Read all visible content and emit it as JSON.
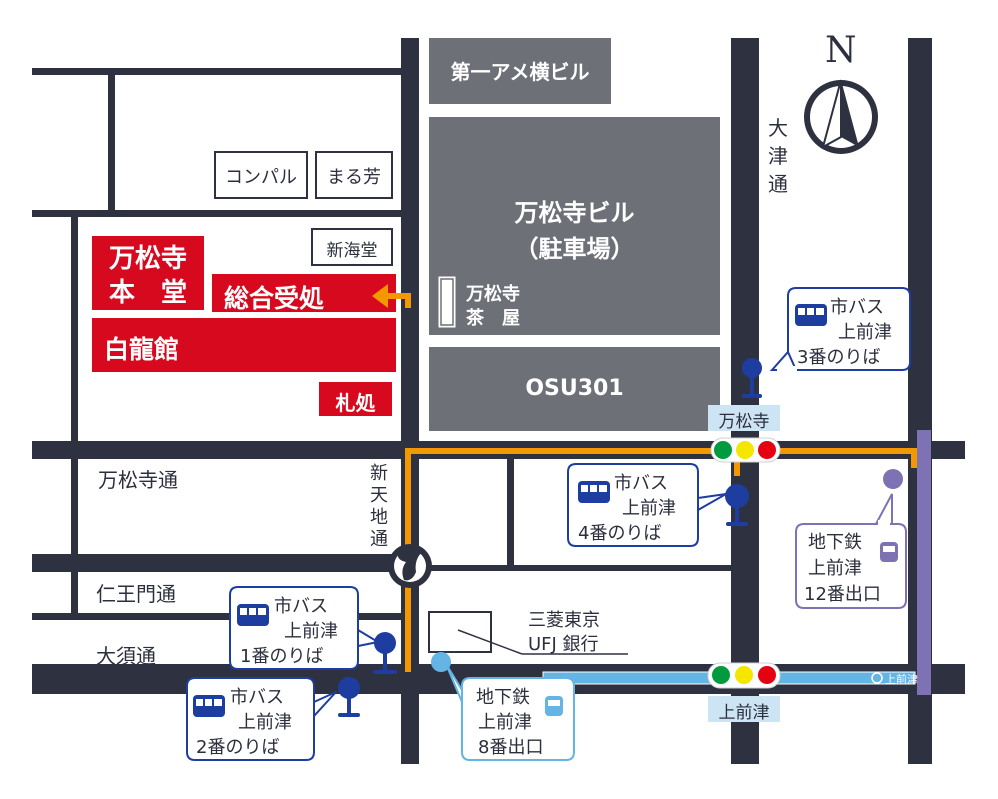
{
  "colors": {
    "road": "#2e3240",
    "block_gray": "#6e7078",
    "red": "#d7091e",
    "orange": "#f39800",
    "bus_blue": "#1d3ea0",
    "subway_light": "#64b4e4",
    "subway_purple": "#7f72b4",
    "signal_green": "#009b3e",
    "signal_yellow": "#f5e600",
    "signal_red": "#e50012"
  },
  "compass": {
    "label": "N"
  },
  "buildings": {
    "daiichi_ame": "第一アメ横ビル",
    "bansho_bldg_line1": "万松寺ビル",
    "bansho_bldg_line2": "（駐車場）",
    "chaya_line1": "万松寺",
    "chaya_line2": "茶　屋",
    "osu301": "OSU301",
    "compal": "コンパル",
    "marukaho": "まる芳",
    "shinkaido": "新海堂",
    "ufj_line1": "三菱東京",
    "ufj_line2": "UFJ 銀行"
  },
  "temple": {
    "hondo_line1": "万松寺",
    "hondo_line2": "本　堂",
    "reception": "総合受処",
    "hakuryukan": "白龍館",
    "fuda": "札処"
  },
  "streets": {
    "banshoji_dori": "万松寺通",
    "niomon_dori": "仁王門通",
    "osu_dori": "大須通",
    "shintenchi_dori": "新天地通",
    "otsu_dori": "大津通"
  },
  "intersections": {
    "banshoji": "万松寺",
    "kamimaezu": "上前津"
  },
  "bus_stops": [
    {
      "line1": "市バス",
      "line2": "上前津",
      "line3": "3番のりば"
    },
    {
      "line1": "市バス",
      "line2": "上前津",
      "line3": "4番のりば"
    },
    {
      "line1": "市バス",
      "line2": "上前津",
      "line3": "1番のりば"
    },
    {
      "line1": "市バス",
      "line2": "上前津",
      "line3": "2番のりば"
    }
  ],
  "subway_exits": [
    {
      "line1": "地下鉄",
      "line2": "上前津",
      "line3": "12番出口"
    },
    {
      "line1": "地下鉄",
      "line2": "上前津",
      "line3": "8番出口"
    }
  ],
  "station_label": "上前津"
}
